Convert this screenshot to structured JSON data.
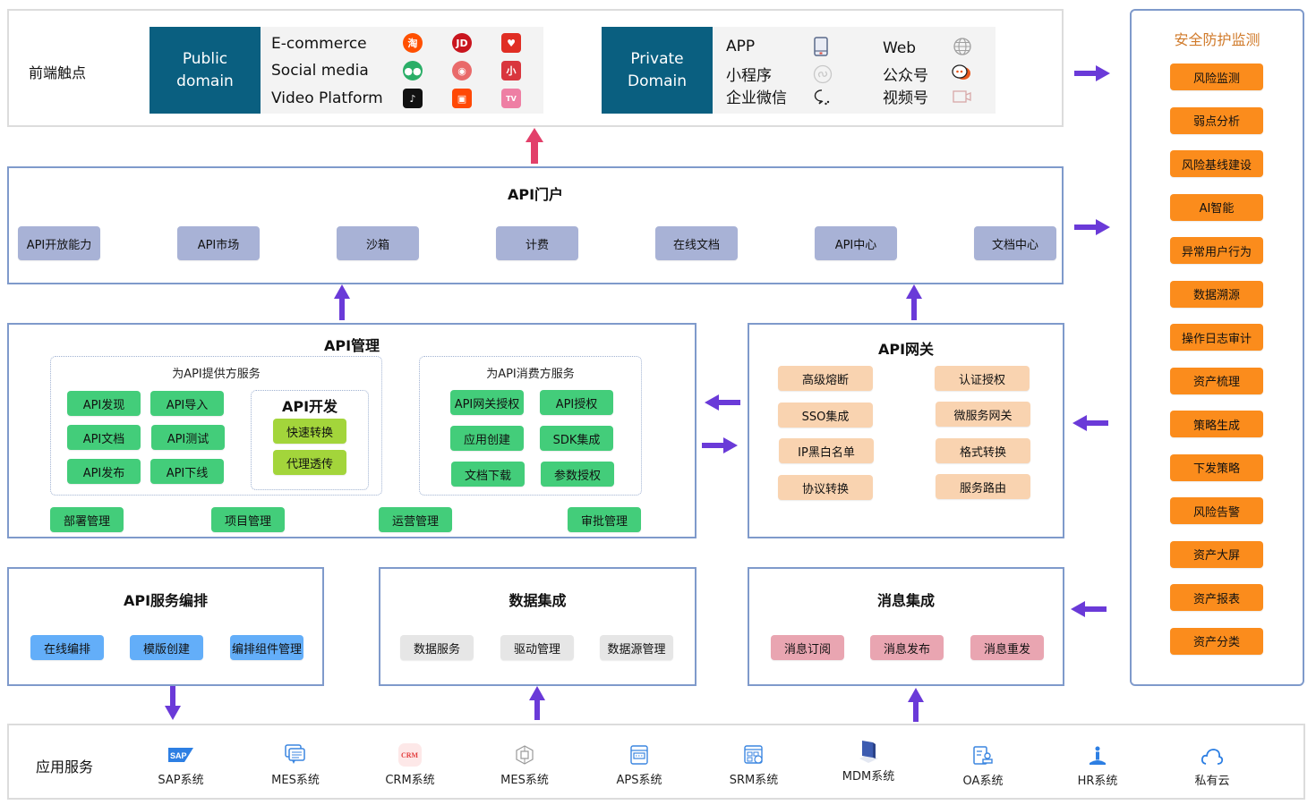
{
  "frontend": {
    "label": "前端触点",
    "public": {
      "title_line1": "Public",
      "title_line2": "domain",
      "rows": [
        {
          "label": "E-commerce",
          "icons": [
            "taobao-icon",
            "jd-icon",
            "pinduoduo-heart-icon"
          ]
        },
        {
          "label": "Social media",
          "icons": [
            "wechat-icon",
            "weibo-icon",
            "xiaohongshu-icon"
          ]
        },
        {
          "label": "Video Platform",
          "icons": [
            "douyin-icon",
            "kuaishou-icon",
            "bilibili-icon"
          ]
        }
      ],
      "icon_text": {
        "taobao": "淘",
        "jd": "JD",
        "xhs": "小"
      }
    },
    "private": {
      "title_line1": "Private",
      "title_line2": "Domain",
      "left": [
        {
          "label": "APP",
          "icon": "mobile-phone-icon"
        },
        {
          "label": "小程序",
          "icon": "mini-program-icon"
        },
        {
          "label": "企业微信",
          "icon": "wecom-icon"
        }
      ],
      "right": [
        {
          "label": "Web",
          "icon": "globe-icon"
        },
        {
          "label": "公众号",
          "icon": "official-account-icon"
        },
        {
          "label": "视频号",
          "icon": "video-channel-icon"
        }
      ]
    }
  },
  "portal": {
    "title": "API门户",
    "items": [
      "API开放能力",
      "API市场",
      "沙箱",
      "计费",
      "在线文档",
      "API中心",
      "文档中心"
    ]
  },
  "management": {
    "title": "API管理",
    "provider": {
      "title": "为API提供方服务",
      "items": [
        "API发现",
        "API导入",
        "API文档",
        "API测试",
        "API发布",
        "API下线"
      ],
      "dev": {
        "title": "API开发",
        "items": [
          "快速转换",
          "代理透传"
        ]
      }
    },
    "consumer": {
      "title": "为API消费方服务",
      "items": [
        "API网关授权",
        "API授权",
        "应用创建",
        "SDK集成",
        "文档下载",
        "参数授权"
      ]
    },
    "bottom": [
      "部署管理",
      "项目管理",
      "运营管理",
      "审批管理"
    ]
  },
  "gateway": {
    "title": "API网关",
    "left": [
      "高级熔断",
      "SSO集成",
      "IP黑白名单",
      "协议转换"
    ],
    "right": [
      "认证授权",
      "微服务网关",
      "格式转换",
      "服务路由"
    ]
  },
  "security": {
    "title": "安全防护监测",
    "items": [
      "风险监测",
      "弱点分析",
      "风险基线建设",
      "AI智能",
      "异常用户行为",
      "数据溯源",
      "操作日志审计",
      "资产梳理",
      "策略生成",
      "下发策略",
      "风险告警",
      "资产大屏",
      "资产报表",
      "资产分类"
    ]
  },
  "orchestration": {
    "title": "API服务编排",
    "items": [
      "在线编排",
      "模版创建",
      "编排组件管理"
    ]
  },
  "data_integration": {
    "title": "数据集成",
    "items": [
      "数据服务",
      "驱动管理",
      "数据源管理"
    ]
  },
  "message_integration": {
    "title": "消息集成",
    "items": [
      "消息订阅",
      "消息发布",
      "消息重发"
    ]
  },
  "apps": {
    "label": "应用服务",
    "items": [
      {
        "label": "SAP系统",
        "icon": "sap-logo-icon"
      },
      {
        "label": "MES系统",
        "icon": "chat-document-icon"
      },
      {
        "label": "CRM系统",
        "icon": "crm-badge-icon"
      },
      {
        "label": "MES系统",
        "icon": "network-cube-icon"
      },
      {
        "label": "APS系统",
        "icon": "window-panel-icon"
      },
      {
        "label": "SRM系统",
        "icon": "grid-shield-icon"
      },
      {
        "label": "MDM系统",
        "icon": "book-3d-icon"
      },
      {
        "label": "OA系统",
        "icon": "document-stamp-icon"
      },
      {
        "label": "HR系统",
        "icon": "person-podium-icon"
      },
      {
        "label": "私有云",
        "icon": "cloud-icon"
      }
    ],
    "crm_text": "CRM",
    "sap_text": "SAP"
  },
  "colors": {
    "domain_blue": "#0a5f80",
    "arrow_purple": "#6a3ad8",
    "arrow_pink": "#e2406a",
    "security_title": "#d07a2a",
    "orange_chip": "#fb8c1c",
    "green_chip": "#43cd7a",
    "lime_chip": "#a3d53b",
    "portal_chip": "#a8b2d6"
  }
}
